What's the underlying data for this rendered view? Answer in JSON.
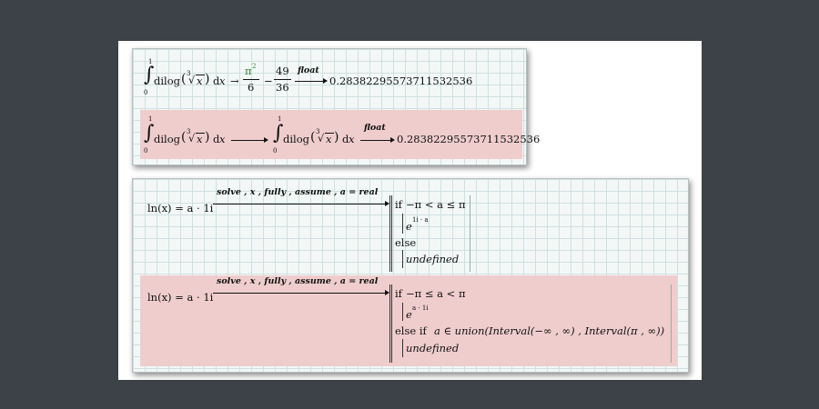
{
  "block1": {
    "row1": {
      "lim_upper": "1",
      "lim_lower": "0",
      "integral": "∫",
      "dilog": "dilog",
      "root_index": "3",
      "radical": "√",
      "x": "x",
      "dx": "d",
      "arrow": "→",
      "pi_sq": "π",
      "pi_exp": "2",
      "den6": "6",
      "minus": "−",
      "num49": "49",
      "den36": "36",
      "keyword": "float",
      "result": "0.28382295573711532536"
    },
    "row2": {
      "lim_upper": "1",
      "lim_lower": "0",
      "dilog": "dilog",
      "root_index": "3",
      "keyword": "float",
      "result": "0.28382295573711532536"
    }
  },
  "block2": {
    "row1": {
      "lhs": "ln(x) = a · 1i",
      "keyword": "solve , x , fully , assume , a = real",
      "case_if": "if",
      "case_cond": "−π < a ≤ π",
      "exp_base": "e",
      "exp_pow": "1i · a",
      "else": "else",
      "undef": "undefined"
    },
    "row2": {
      "lhs": "ln(x) = a · 1i",
      "keyword": "solve , x , fully , assume , a = real",
      "case_if": "if",
      "case_cond": "−π ≤ a < π",
      "exp_base": "e",
      "exp_pow": "a · 1i",
      "elseif": "else if",
      "elseif_cond": "a ∈ union(Interval(−∞ , ∞) , Interval(π , ∞))",
      "undef": "undefined"
    }
  },
  "colors": {
    "background": "#3c4247",
    "paper": "#ffffff",
    "worksheet": "#f3f8f7",
    "highlight": "#efcdcd",
    "constant_green": "#2f8a2f"
  }
}
